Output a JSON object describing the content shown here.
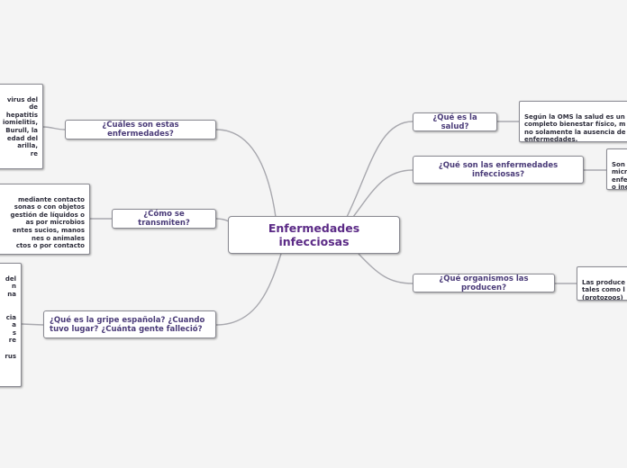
{
  "central": {
    "title": "Enfermedades infecciosas"
  },
  "topics": {
    "salud": "¿Qué es la salud?",
    "que_son": "¿Qué son las enfermedades infecciosas?",
    "organismos": "¿Qué organismos las producen?",
    "cuales": "¿Cuáles son estas enfermedades?",
    "transmiten": "¿Cómo se transmiten?",
    "gripe": "¿Qué es la gripe española? ¿Cuando tuvo lugar? ¿Cuánta gente falleció?"
  },
  "notes": {
    "salud": "Según la OMS la salud es un completo bienestar físico, m no solamente la ausencia de enfermedades.",
    "que_son": "Son\nmicr\nenfe\no ine",
    "organismos": "Las produce\ntales como l\n(protozoos)",
    "cuales": "virus del\nde\nhepatitis\niomielitis,\nBurull, la\nedad del\narilla,\nre",
    "transmiten": "mediante contacto\nsonas o con objetos\ngestión de líquidos o\nas por microbios\nentes sucios, manos\nnes o animales\nctos o por contacto",
    "gripe": "del\nn\nna\n\n\ncia\na\ns\nre\n\nrus"
  },
  "colors": {
    "line": "#a8a8ae",
    "node_text": "#4a3b78",
    "central_text": "#5b2a86",
    "background": "#f4f4f4"
  }
}
